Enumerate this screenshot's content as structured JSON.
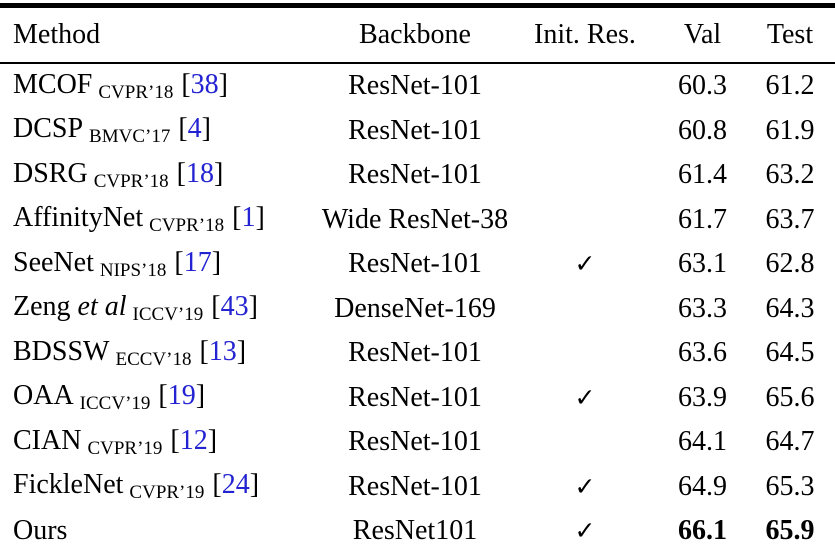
{
  "meta": {
    "citation_color": "#2323d1",
    "text_color": "#000000",
    "background_color": "#ffffff"
  },
  "table": {
    "headers": {
      "method": "Method",
      "backbone": "Backbone",
      "init_res": "Init. Res.",
      "val": "Val",
      "test": "Test"
    },
    "icons": {
      "checkmark": "✓"
    },
    "rows": [
      {
        "method": "MCOF",
        "etal": "",
        "venue": "CVPR’18",
        "ref": "38",
        "backbone": "ResNet-101",
        "init_res": false,
        "val": "60.3",
        "test": "61.2",
        "highlight_bold": false
      },
      {
        "method": "DCSP",
        "etal": "",
        "venue": "BMVC’17",
        "ref": "4",
        "backbone": "ResNet-101",
        "init_res": false,
        "val": "60.8",
        "test": "61.9",
        "highlight_bold": false
      },
      {
        "method": "DSRG",
        "etal": "",
        "venue": "CVPR’18",
        "ref": "18",
        "backbone": "ResNet-101",
        "init_res": false,
        "val": "61.4",
        "test": "63.2",
        "highlight_bold": false
      },
      {
        "method": "AffinityNet",
        "etal": "",
        "venue": "CVPR’18",
        "ref": "1",
        "backbone": "Wide ResNet-38",
        "init_res": false,
        "val": "61.7",
        "test": "63.7",
        "highlight_bold": false
      },
      {
        "method": "SeeNet",
        "etal": "",
        "venue": "NIPS’18",
        "ref": "17",
        "backbone": "ResNet-101",
        "init_res": true,
        "val": "63.1",
        "test": "62.8",
        "highlight_bold": false
      },
      {
        "method": "Zeng",
        "etal": "et al",
        "venue": "ICCV’19",
        "ref": "43",
        "backbone": "DenseNet-169",
        "init_res": false,
        "val": "63.3",
        "test": "64.3",
        "highlight_bold": false
      },
      {
        "method": "BDSSW",
        "etal": "",
        "venue": "ECCV’18",
        "ref": "13",
        "backbone": "ResNet-101",
        "init_res": false,
        "val": "63.6",
        "test": "64.5",
        "highlight_bold": false
      },
      {
        "method": "OAA",
        "etal": "",
        "venue": "ICCV’19",
        "ref": "19",
        "backbone": "ResNet-101",
        "init_res": true,
        "val": "63.9",
        "test": "65.6",
        "highlight_bold": false
      },
      {
        "method": "CIAN",
        "etal": "",
        "venue": "CVPR’19",
        "ref": "12",
        "backbone": "ResNet-101",
        "init_res": false,
        "val": "64.1",
        "test": "64.7",
        "highlight_bold": false
      },
      {
        "method": "FickleNet",
        "etal": "",
        "venue": "CVPR’19",
        "ref": "24",
        "backbone": "ResNet-101",
        "init_res": true,
        "val": "64.9",
        "test": "65.3",
        "highlight_bold": false
      },
      {
        "method": "Ours",
        "etal": "",
        "venue": "",
        "ref": "",
        "backbone": "ResNet101",
        "init_res": true,
        "val": "66.1",
        "test": "65.9",
        "highlight_bold": true
      }
    ]
  }
}
